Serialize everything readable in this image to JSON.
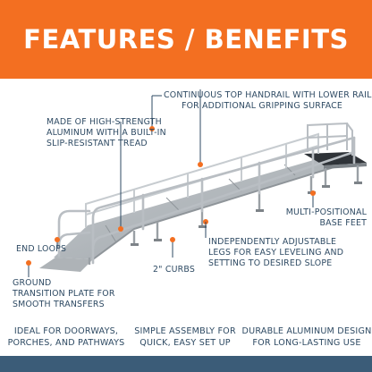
{
  "banner": {
    "title": "FEATURES / BENEFITS",
    "background": "#f36f21"
  },
  "callouts": {
    "handrail": [
      "CONTINUOUS TOP HANDRAIL WITH LOWER RAIL",
      "FOR ADDITIONAL GRIPPING SURFACE"
    ],
    "aluminum": [
      "MADE OF HIGH-STRENGTH",
      "ALUMINUM WITH A BUILT-IN",
      "SLIP-RESISTANT TREAD"
    ],
    "multi_positional": [
      "MULTI-POSITIONAL",
      "BASE FEET"
    ],
    "end_loops": [
      "END LOOPS"
    ],
    "adjustable_legs": [
      "INDEPENDENTLY ADJUSTABLE",
      "LEGS FOR EASY LEVELING AND",
      "SETTING TO DESIRED SLOPE"
    ],
    "curbs": [
      "2\" CURBS"
    ],
    "ground_plate": [
      "GROUND",
      "TRANSITION PLATE FOR",
      "SMOOTH TRANSFERS"
    ]
  },
  "features": [
    [
      "IDEAL FOR DOORWAYS,",
      "PORCHES, AND PATHWAYS"
    ],
    [
      "SIMPLE ASSEMBLY FOR",
      "QUICK, EASY SET UP"
    ],
    [
      "DURABLE ALUMINUM DESIGN",
      "FOR LONG-LASTING USE"
    ]
  ],
  "colors": {
    "accent": "#f36f21",
    "text": "#2e4a63",
    "bottom_band": "#3b5c78",
    "rail": "#b9bec3",
    "deck": "#a6abb0",
    "platform_top": "#2f3338"
  }
}
